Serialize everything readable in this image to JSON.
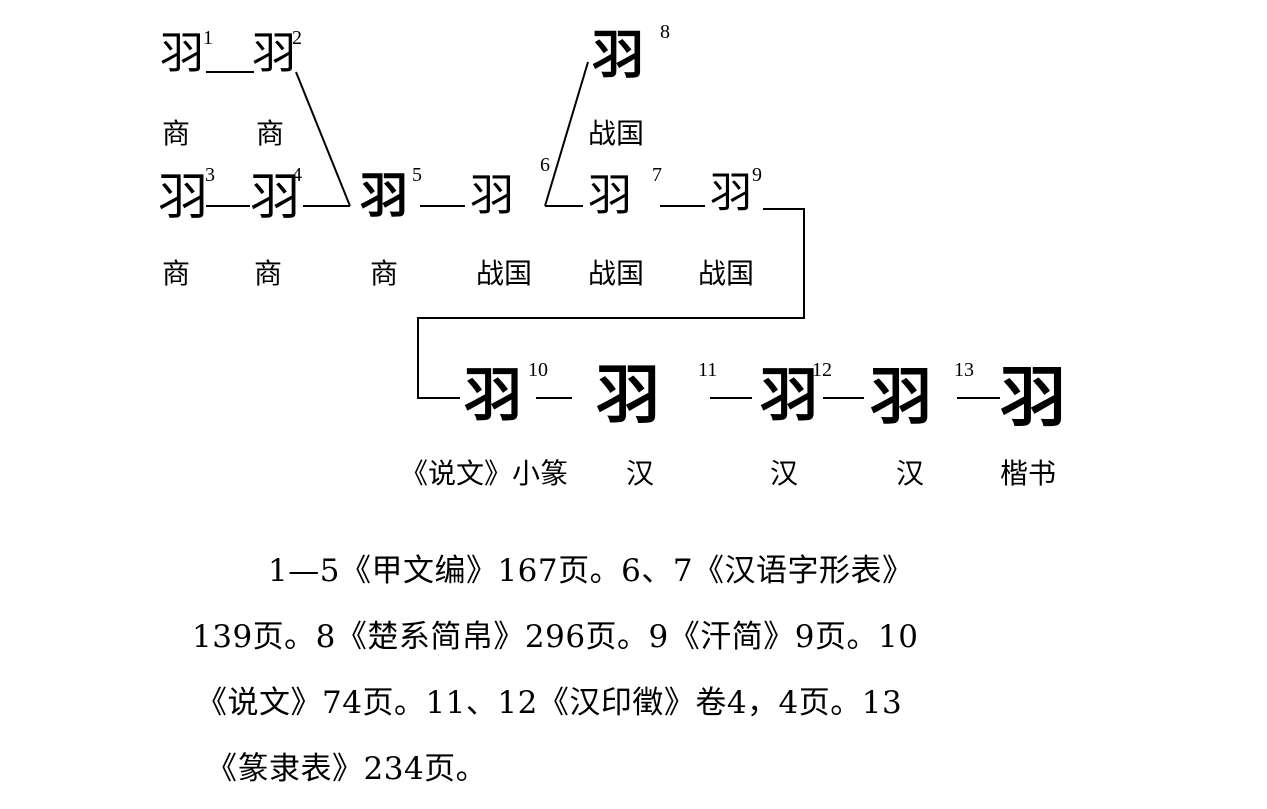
{
  "forms": [
    {
      "num": "1",
      "glyph": "羽",
      "period": "商"
    },
    {
      "num": "2",
      "glyph": "羽",
      "period": "商"
    },
    {
      "num": "3",
      "glyph": "羽",
      "period": "商"
    },
    {
      "num": "4",
      "glyph": "羽",
      "period": "商"
    },
    {
      "num": "5",
      "glyph": "羽",
      "period": "商"
    },
    {
      "num": "6",
      "glyph": "羽",
      "period": "战国"
    },
    {
      "num": "7",
      "glyph": "羽",
      "period": "战国"
    },
    {
      "num": "8",
      "glyph": "羽",
      "period": "战国"
    },
    {
      "num": "9",
      "glyph": "羽",
      "period": "战国"
    },
    {
      "num": "10",
      "glyph": "羽",
      "period": "《说文》小篆"
    },
    {
      "num": "11",
      "glyph": "羽",
      "period": "汉"
    },
    {
      "num": "12",
      "glyph": "羽",
      "period": "汉"
    },
    {
      "num": "13",
      "glyph": "羽",
      "period": "汉"
    },
    {
      "num": "",
      "glyph": "羽",
      "period": "楷书"
    }
  ],
  "notes": {
    "line1": "1—5《甲文编》167页。6、7《汉语字形表》",
    "line2": "139页。8《楚系简帛》296页。9《汗简》9页。10",
    "line3": "《说文》74页。11、12《汉印徵》卷4，4页。13",
    "line4": "《篆隶表》234页。"
  }
}
